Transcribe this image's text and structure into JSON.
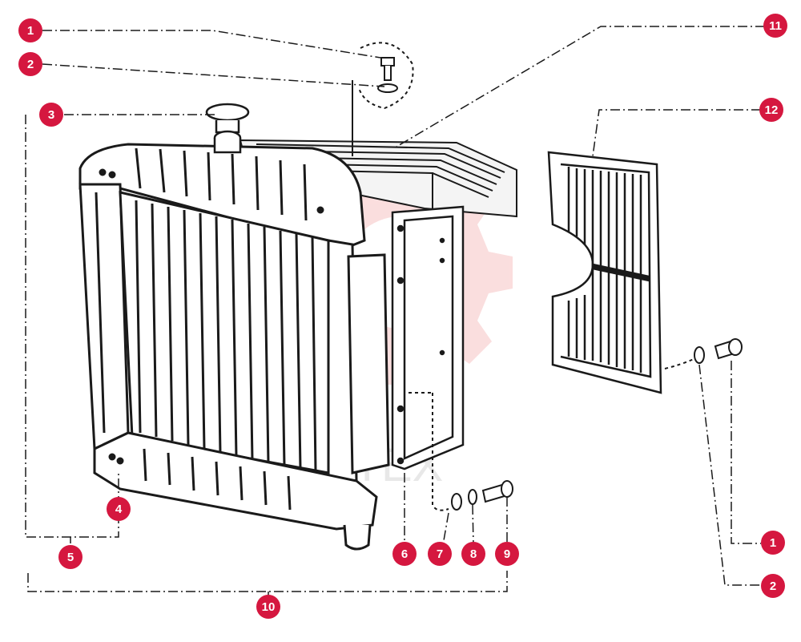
{
  "callouts": [
    {
      "id": "c1a",
      "label": "1"
    },
    {
      "id": "c2a",
      "label": "2"
    },
    {
      "id": "c3",
      "label": "3"
    },
    {
      "id": "c4",
      "label": "4"
    },
    {
      "id": "c5",
      "label": "5"
    },
    {
      "id": "c6",
      "label": "6"
    },
    {
      "id": "c7",
      "label": "7"
    },
    {
      "id": "c8",
      "label": "8"
    },
    {
      "id": "c9",
      "label": "9"
    },
    {
      "id": "c10",
      "label": "10"
    },
    {
      "id": "c11",
      "label": "11"
    },
    {
      "id": "c12",
      "label": "12"
    },
    {
      "id": "c1b",
      "label": "1"
    },
    {
      "id": "c2b",
      "label": "2"
    }
  ],
  "watermark": {
    "text": "A TEX"
  },
  "colors": {
    "badge": "#d5173f",
    "watermark": "#f4b8b8",
    "ink": "#1a1a1a"
  }
}
